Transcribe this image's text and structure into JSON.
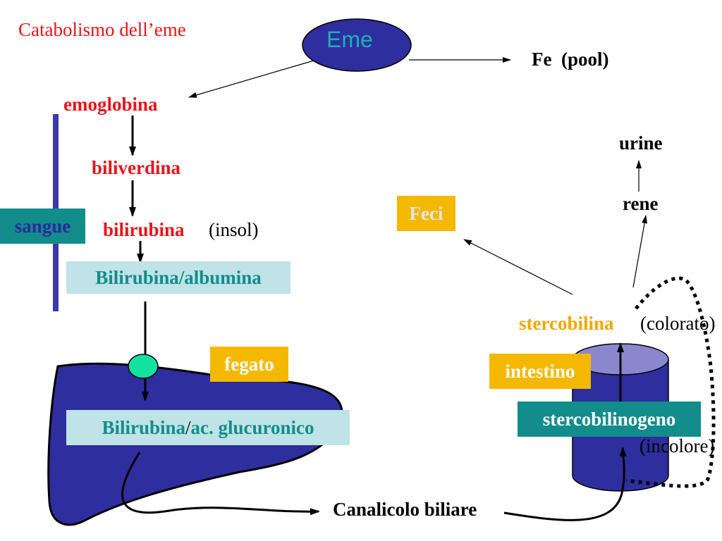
{
  "slide": {
    "title": "Catabolismo dell’eme"
  },
  "nodes": {
    "eme": "Eme",
    "fe_pool": "Fe  (pool)",
    "emoglobina": "emoglobina",
    "biliverdina": "biliverdina",
    "bilirubina": "bilirubina",
    "insol": "(insol)",
    "sangue": "sangue",
    "bilirubina_albumina": "Bilirubina/albumina",
    "fegato": "fegato",
    "bilirubina_gluc_a": "Bilirubina",
    "bilirubina_gluc_sep": "/",
    "bilirubina_gluc_b": "ac. glucuronico",
    "canalicolo": "Canalicolo biliare",
    "feci": "Feci",
    "urine": "urine",
    "rene": "rene",
    "stercobilina": "stercobilina",
    "colorato": "(colorato)",
    "intestino": "intestino",
    "stercobilinogeno": "stercobilinogeno",
    "incolore": "(incolore)"
  },
  "colors": {
    "title_red": "#e8141b",
    "organ_blue": "#2e2e9e",
    "cylinder_top": "#8b87cf",
    "teal_box": "#138c8c",
    "light_teal_box": "#bfe3e6",
    "teal_text": "#138c8c",
    "orange_box": "#f5b800",
    "orange_text": "#f0a800",
    "sangue_bar": "#3a3aa8",
    "transporter": "#14e0a0"
  }
}
